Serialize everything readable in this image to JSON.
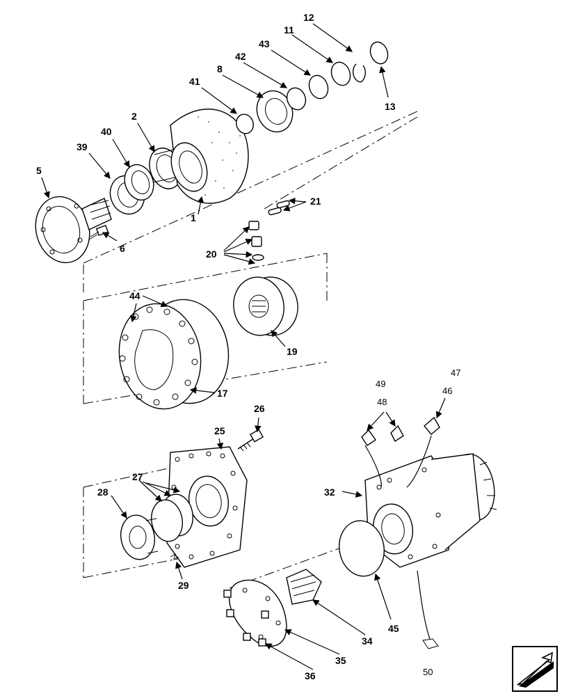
{
  "callouts": {
    "c1": "1",
    "c2": "2",
    "c5": "5",
    "c6": "6",
    "c8": "8",
    "c11": "11",
    "c12": "12",
    "c13": "13",
    "c17": "17",
    "c19": "19",
    "c20": "20",
    "c21": "21",
    "c25": "25",
    "c26": "26",
    "c27": "27",
    "c28": "28",
    "c29": "29",
    "c32": "32",
    "c34": "34",
    "c35": "35",
    "c36": "36",
    "c39": "39",
    "c40": "40",
    "c41": "41",
    "c42": "42",
    "c43": "43",
    "c44": "44",
    "c45": "45",
    "c46": "46",
    "c47": "47",
    "c48": "48",
    "c49": "49",
    "c50": "50"
  },
  "icons": {
    "nav": "back-arrow-icon"
  }
}
